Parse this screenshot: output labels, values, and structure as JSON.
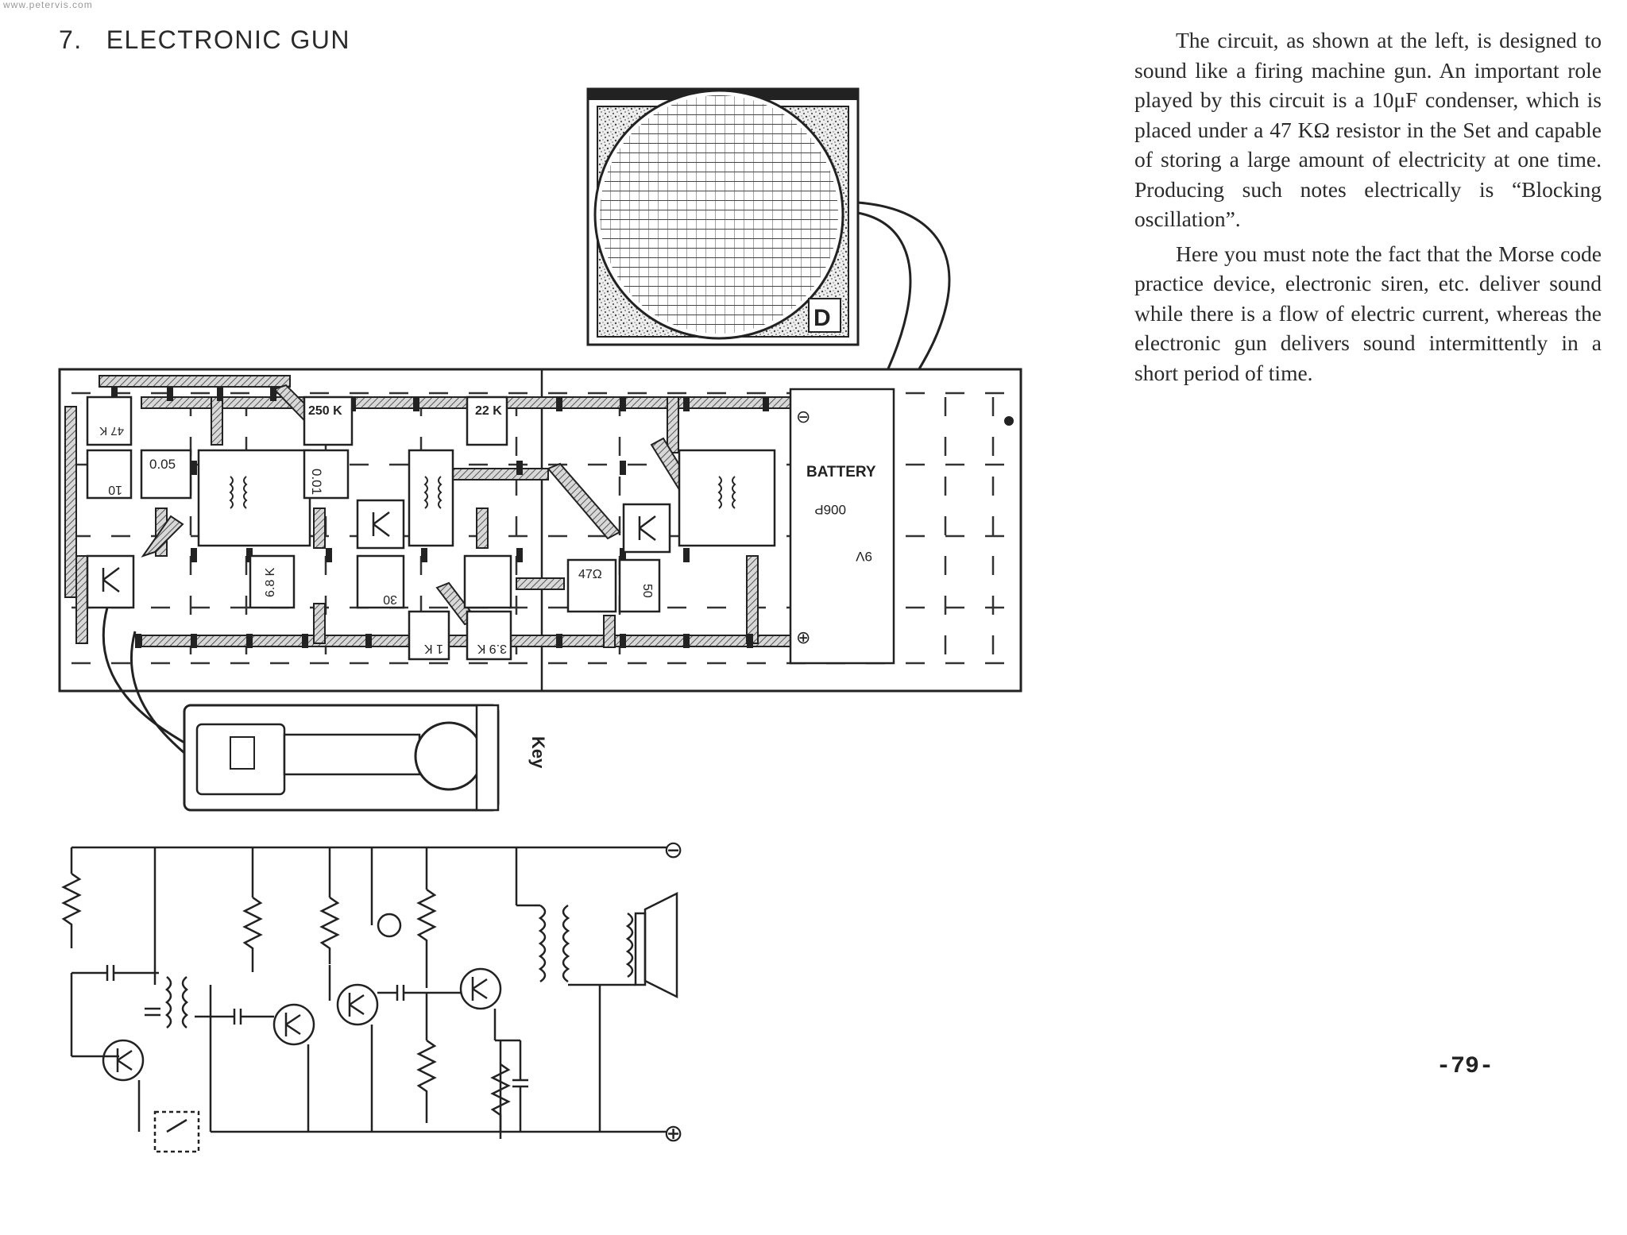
{
  "watermark": "www.petervis.com",
  "heading": {
    "number": "7.",
    "title": "ELECTRONIC GUN"
  },
  "paragraphs": [
    "The circuit, as shown at the left, is designed to sound like a firing machine gun. An important role played by this circuit is a 10μF condenser, which is placed under a 47 KΩ resistor in the Set and capable of storing a large amount of electricity at one time. Producing such notes electrically is “Blocking oscillation”.",
    "Here you must note the fact that the Morse code practice device, electronic siren, etc. deliver sound while there is a flow of electric current, whereas the electronic gun delivers sound intermittently in a short period of time."
  ],
  "page_number": "-79-",
  "board": {
    "labels": {
      "r47k": "47 K",
      "c10": "10",
      "c005": "0.05",
      "r250k": "250 K",
      "c001": "0.01",
      "r22k": "22 K",
      "r68k": "6.8 K",
      "c30": "30",
      "r1k": "1 K",
      "r39k": "3.9 K",
      "r47": "47Ω",
      "c50": "50",
      "battery": "BATTERY",
      "battery_type": "006P",
      "voltage": "9V",
      "minus": "⊖",
      "plus": "⊕",
      "key": "Key"
    }
  },
  "schematic": {
    "minus": "⊖",
    "plus": "⊕"
  }
}
